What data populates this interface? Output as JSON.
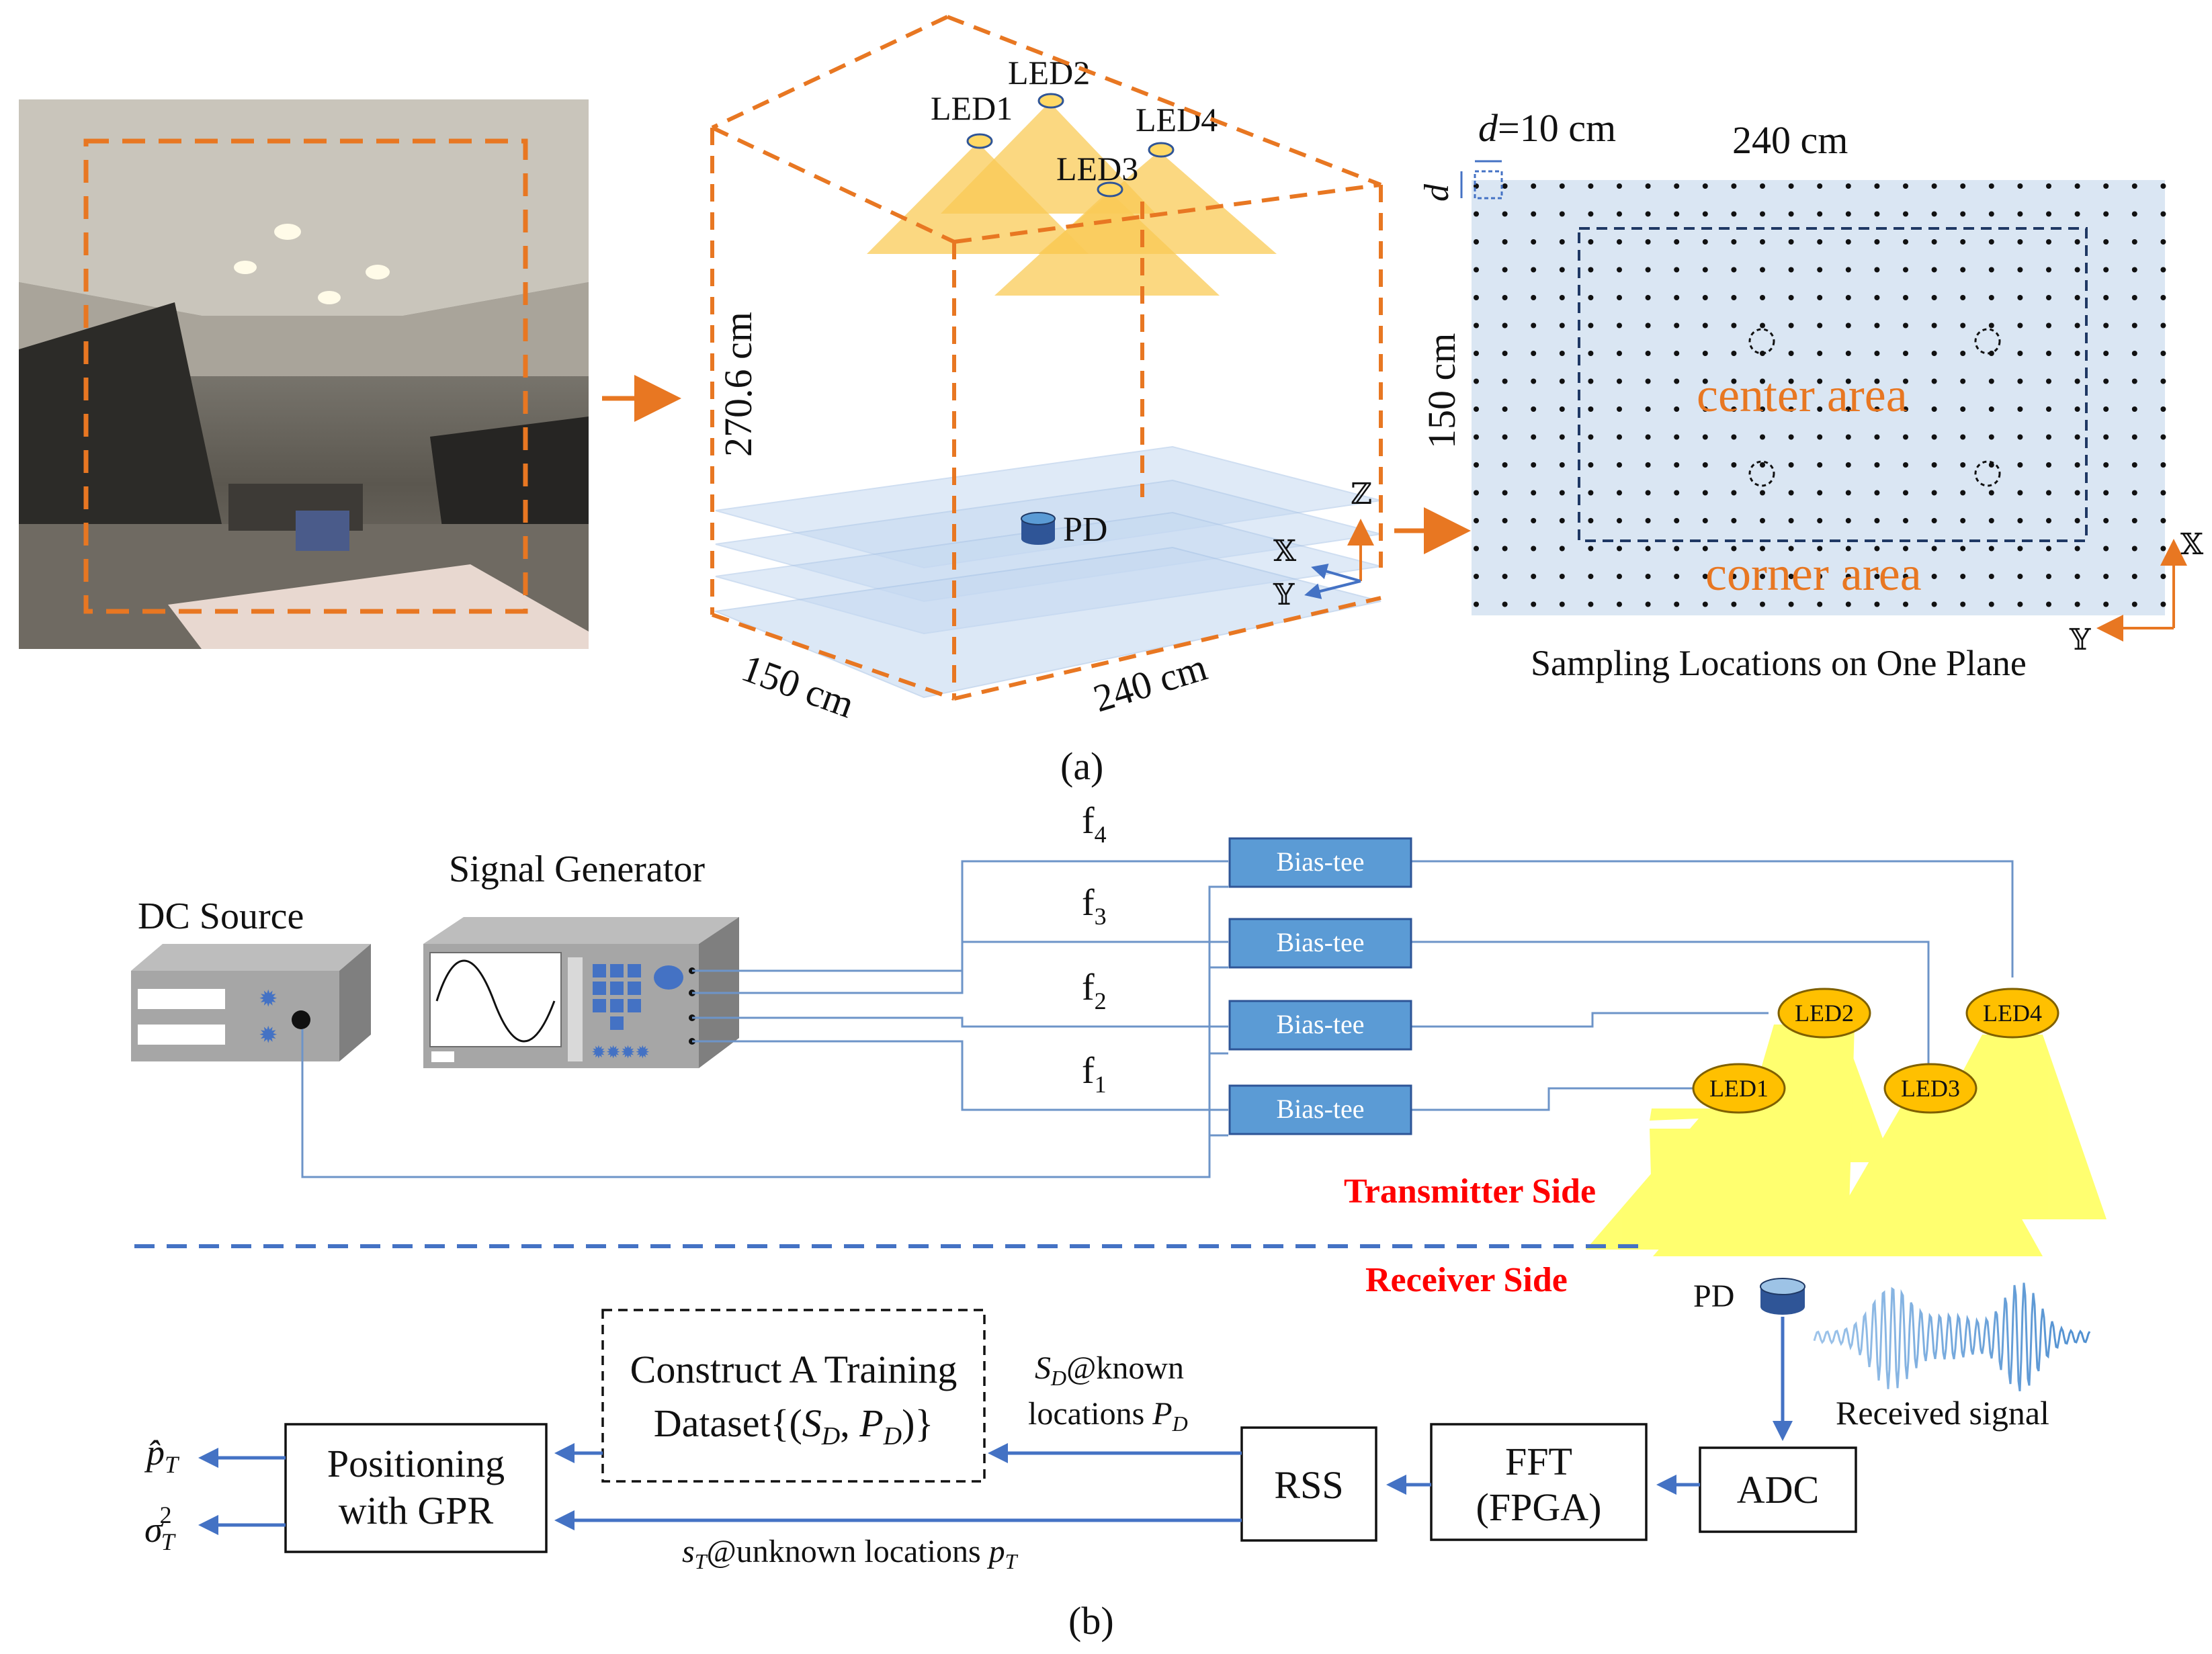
{
  "panel_a": {
    "led_labels": [
      "LED1",
      "LED2",
      "LED3",
      "LED4"
    ],
    "pd_label": "PD",
    "height_label": "270.6 cm",
    "depth_label": "150 cm",
    "width_label": "240 cm",
    "axis_z": "ℤ",
    "axis_x": "𝕏",
    "axis_y": "𝕐",
    "grid": {
      "spacing_label_italic": "d",
      "spacing_label_rest": "=10 cm",
      "d_label": "d",
      "width_label": "240 cm",
      "height_label": "150 cm",
      "center_label": "center area",
      "corner_label": "corner area",
      "caption": "Sampling Locations on One Plane",
      "axis_x": "𝕏",
      "axis_y": "𝕐"
    },
    "caption": "(a)"
  },
  "panel_b": {
    "dc_source": "DC Source",
    "signal_generator": "Signal Generator",
    "freqs": [
      "f4",
      "f3",
      "f2",
      "f1"
    ],
    "bias_tee": "Bias-tee",
    "leds": [
      "LED1",
      "LED2",
      "LED3",
      "LED4"
    ],
    "transmitter_side": "Transmitter Side",
    "receiver_side": "Receiver Side",
    "pd": "PD",
    "received_signal": "Received  signal",
    "adc": "ADC",
    "fft": [
      "FFT",
      "(FPGA)"
    ],
    "rss": "RSS",
    "training": [
      "Construct A Training",
      "Dataset{(S_D, P_D)}"
    ],
    "known": [
      "S_D@known",
      "locations P_D"
    ],
    "unknown": "s_T@unknown  locations p_T",
    "gpr": [
      "Positioning",
      "with GPR"
    ],
    "outputs": [
      "p̂_T",
      "σ²_T"
    ],
    "caption": "(b)"
  },
  "colors": {
    "orange": "#e87722",
    "blue": "#4472c4",
    "bias_tee": "#5b9bd5",
    "led": "#ffc000",
    "light_cone": "#ffff66",
    "red": "#ff0000"
  }
}
